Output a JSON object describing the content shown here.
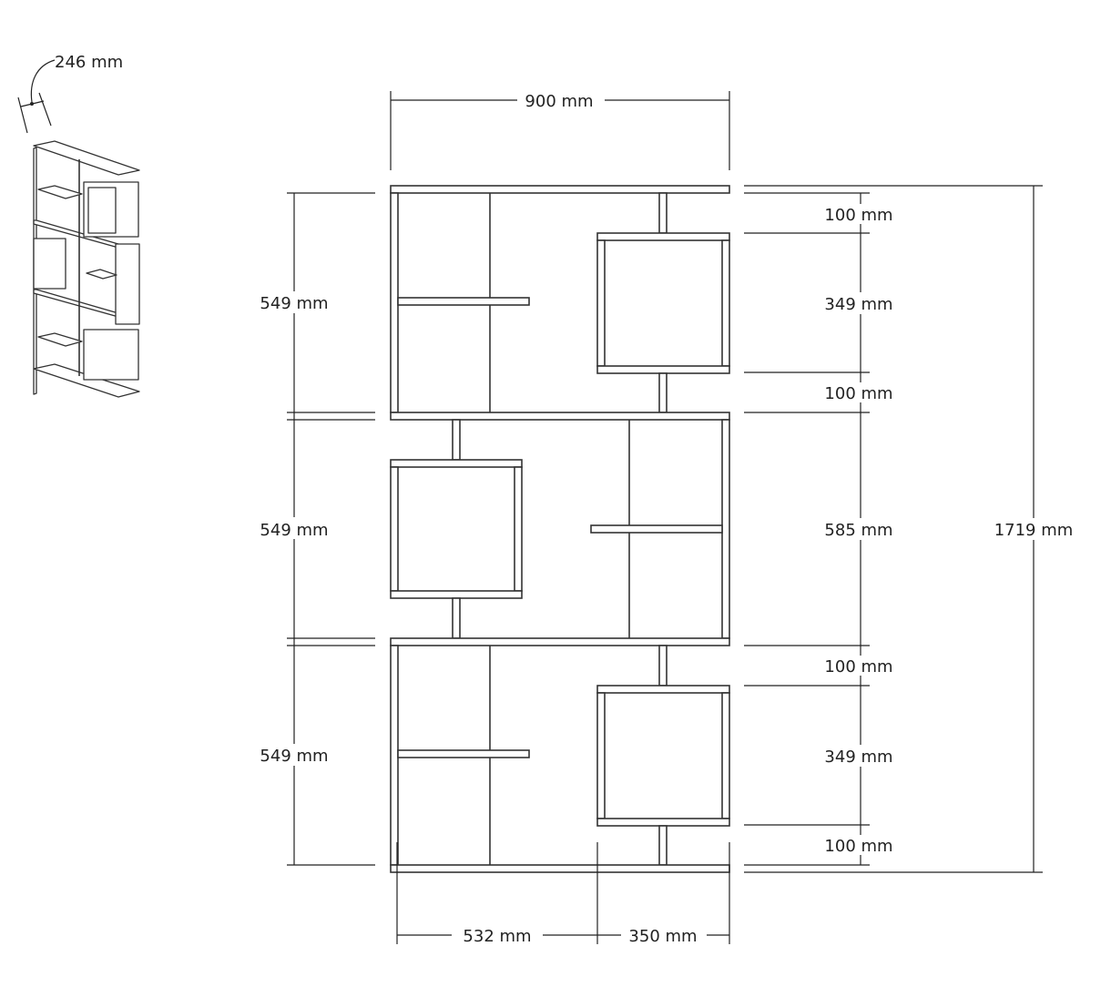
{
  "title": "Bookshelf dimension drawing",
  "depth_label": "246 mm",
  "width_label": "900 mm",
  "module_heights": [
    "549 mm",
    "549 mm",
    "549 mm"
  ],
  "right_dims": [
    "100 mm",
    "349 mm",
    "100 mm",
    "585 mm",
    "100 mm",
    "349 mm",
    "100 mm"
  ],
  "total_height_label": "1719 mm",
  "bottom_dims": [
    "532 mm",
    "350 mm"
  ],
  "colors": {
    "line": "#333333",
    "background": "#ffffff"
  }
}
